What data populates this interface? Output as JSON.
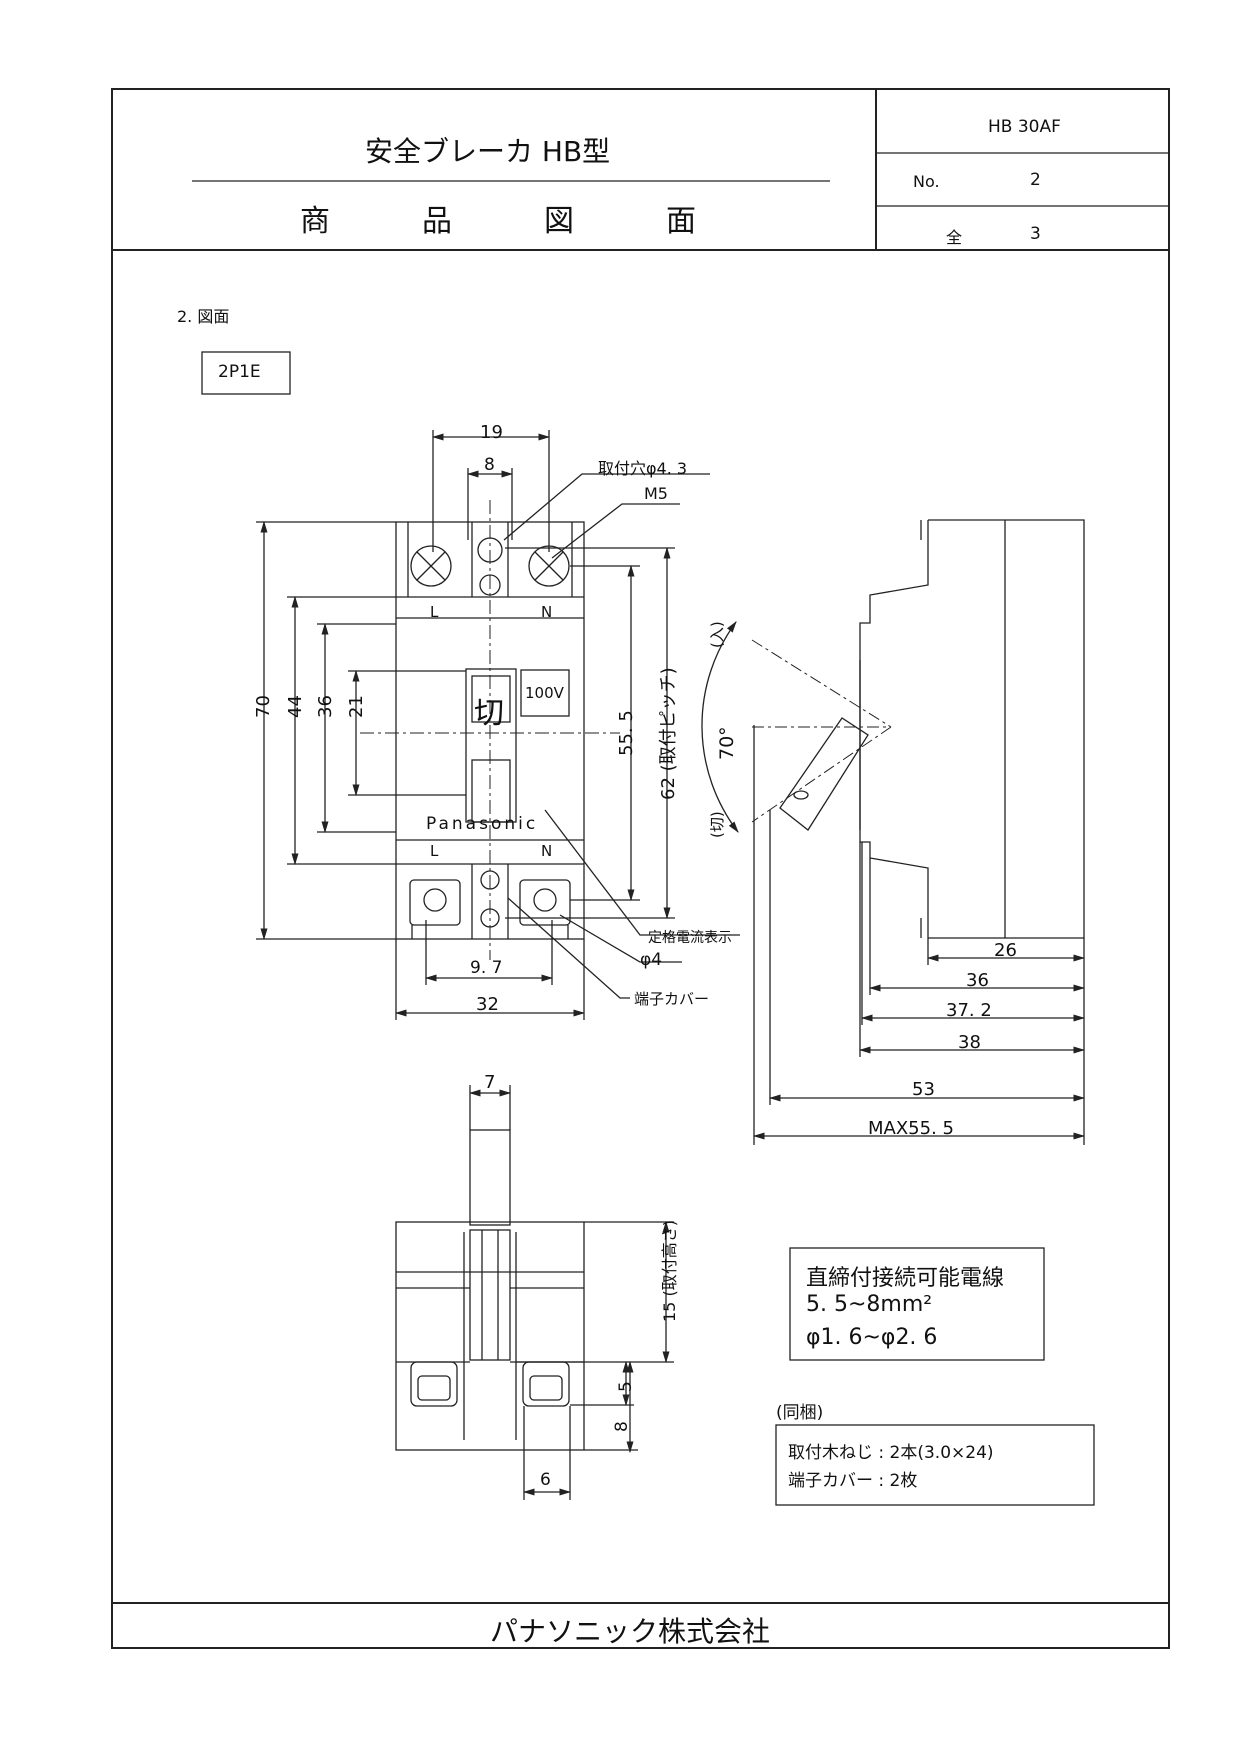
{
  "title_block": {
    "product": "安全ブレーカ HB型",
    "drawing_type": "商品図面",
    "model": "HB 30AF",
    "no_label": "No.",
    "no_value": "2",
    "total_label": "全",
    "total_value": "3"
  },
  "section": {
    "heading": "2. 図面",
    "variant": "2P1E"
  },
  "front_view": {
    "dims": {
      "top_width": "19",
      "hole_spacing": "8",
      "h70": "70",
      "h44": "44",
      "h36": "36",
      "h21": "21",
      "h55_5": "55. 5",
      "mount_pitch": "62 (取付ピッチ)",
      "terminal_pitch": "9. 7",
      "body_width": "32"
    },
    "callouts": {
      "mounting_hole": "取付穴φ4. 3",
      "screw": "M5",
      "rating_display": "定格電流表示",
      "hole_dia": "φ4",
      "terminal_cover": "端子カバー"
    },
    "terminals": {
      "l": "L",
      "n": "N"
    },
    "handle_mark": "切",
    "rating": "100V",
    "brand": "Panasonic"
  },
  "side_view": {
    "on_label": "(入)",
    "off_label": "(切)",
    "angle": "70°",
    "dims": {
      "d26": "26",
      "d36": "36",
      "d37_2": "37. 2",
      "d38": "38",
      "d53": "53",
      "dmax": "MAX55. 5"
    }
  },
  "bottom_view": {
    "dims": {
      "handle_width": "7",
      "mount_height": "15 (取付高さ)",
      "d5": "5",
      "d8": "8",
      "d6": "6"
    }
  },
  "wire_note": {
    "title": "直締付接続可能電線",
    "section": "5. 5~8mm²",
    "diameter": "φ1. 6~φ2. 6"
  },
  "bundled": {
    "heading": "(同梱)",
    "items": [
      "取付木ねじ : 2本(3.0×24)",
      "端子カバー : 2枚"
    ]
  },
  "footer": {
    "company": "パナソニック株式会社"
  }
}
